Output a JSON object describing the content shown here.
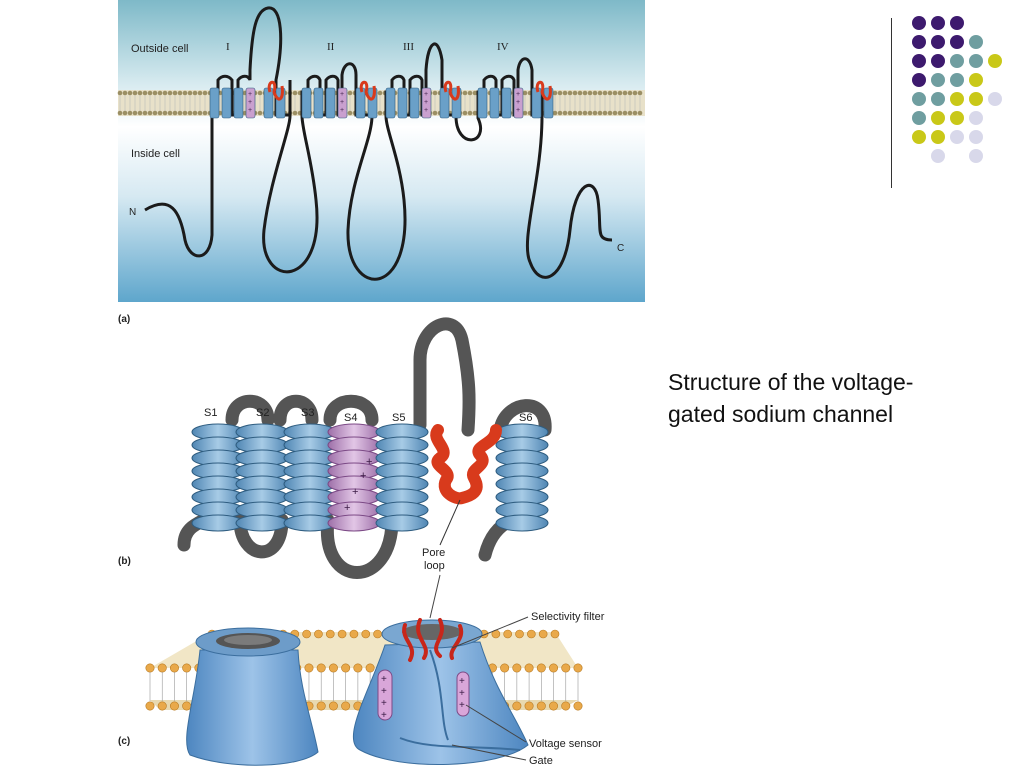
{
  "panel_a": {
    "outside_label": "Outside cell",
    "inside_label": "Inside cell",
    "domains": [
      "I",
      "II",
      "III",
      "IV"
    ],
    "n_label": "N",
    "c_label": "C",
    "panel_letter": "(a)"
  },
  "panel_b": {
    "segments": [
      "S1",
      "S2",
      "S3",
      "S4",
      "S5",
      "S6"
    ],
    "pore_label_line1": "Pore",
    "pore_label_line2": "loop",
    "panel_letter": "(b)"
  },
  "panel_c": {
    "selectivity_label": "Selectivity filter",
    "voltage_label": "Voltage sensor",
    "gate_label": "Gate",
    "panel_letter": "(c)"
  },
  "caption": {
    "line1": "Structure of the voltage-",
    "line2": "gated sodium channel"
  },
  "palette": {
    "purple": "#3d1a6e",
    "teal": "#6f9ea0",
    "yellow": "#c9c818",
    "lavender": "#d8d8ea",
    "helix_blue": "#6aa0c8",
    "s4_pink": "#c9a0cf",
    "pore_red": "#d83a1c"
  },
  "dot_grid": [
    [
      "purple",
      "purple",
      "purple",
      "",
      ""
    ],
    [
      "purple",
      "purple",
      "purple",
      "teal",
      ""
    ],
    [
      "purple",
      "purple",
      "teal",
      "teal",
      "yellow"
    ],
    [
      "purple",
      "teal",
      "teal",
      "yellow",
      ""
    ],
    [
      "teal",
      "teal",
      "yellow",
      "yellow",
      "lavender"
    ],
    [
      "teal",
      "yellow",
      "yellow",
      "lavender",
      ""
    ],
    [
      "yellow",
      "yellow",
      "lavender",
      "lavender",
      ""
    ],
    [
      "",
      "lavender",
      "",
      "lavender",
      ""
    ]
  ]
}
